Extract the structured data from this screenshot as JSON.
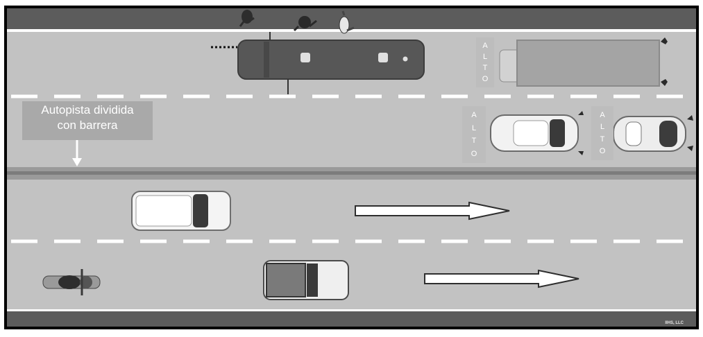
{
  "annotation": {
    "line1": "Autopista dividida",
    "line2": "con barrera"
  },
  "stop_signs": {
    "truck_lane": [
      "A",
      "L",
      "T",
      "O"
    ],
    "car_lane_left": [
      "A",
      "L",
      "T",
      "O"
    ],
    "car_lane_right": [
      "A",
      "L",
      "T",
      "O"
    ]
  },
  "copyright": "IIHS, LLC",
  "colors": {
    "road": "#c2c2c2",
    "frame": "#000000",
    "curb": "#585858",
    "lane_marking": "#ffffff",
    "median": "#8a8a8a",
    "bus": "#555555"
  }
}
